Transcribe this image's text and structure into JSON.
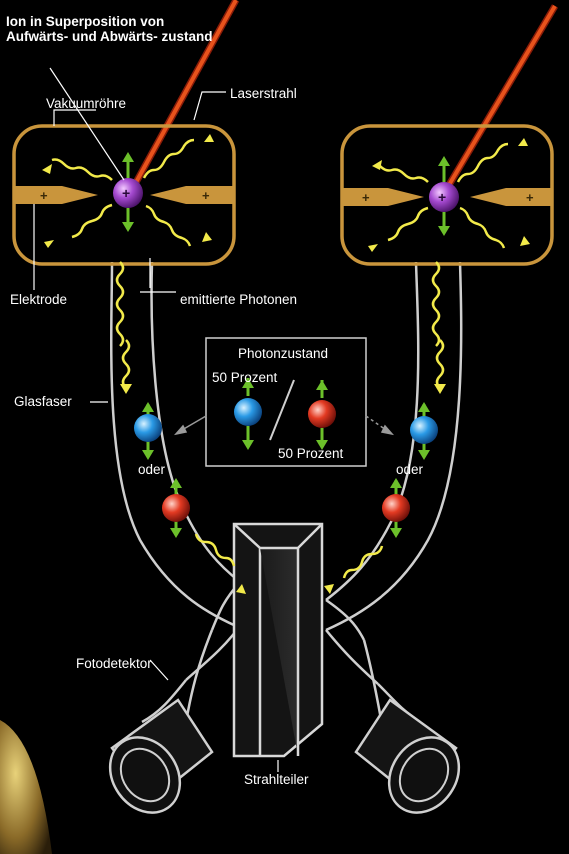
{
  "labels": {
    "ion_superposition": "Ion in Superposition von Aufwärts- und Abwärts- zustand",
    "vacuum_tube": "Vakuumröhre",
    "laser_beam": "Laserstrahl",
    "electrode": "Elektrode",
    "emitted_photons": "emittierte Photonen",
    "photon_state": "Photonzustand",
    "fifty_percent_top": "50 Prozent",
    "fifty_percent_bottom": "50 Prozent",
    "glass_fiber": "Glasfaser",
    "or_left": "oder",
    "or_right": "oder",
    "photodetector": "Fotodetektor",
    "beam_splitter": "Strahlteiler"
  },
  "symbols": {
    "plus": "+"
  },
  "colors": {
    "background": "#000000",
    "tube_outline": "#c9953c",
    "laser": "#e24a1a",
    "photon_wave": "#f2ea4a",
    "fiber": "#d8d8d8",
    "ion": "#9b3fc4",
    "photon_up": "#1e8fe0",
    "photon_down": "#e02b1f",
    "spin_arrow": "#6cc02a",
    "text": "#ffffff"
  },
  "icons": [
    "ion-sphere",
    "photon-sphere",
    "wavy-photon-arrow",
    "laser-beam",
    "beam-splitter-prism",
    "photodetector-cylinder"
  ]
}
